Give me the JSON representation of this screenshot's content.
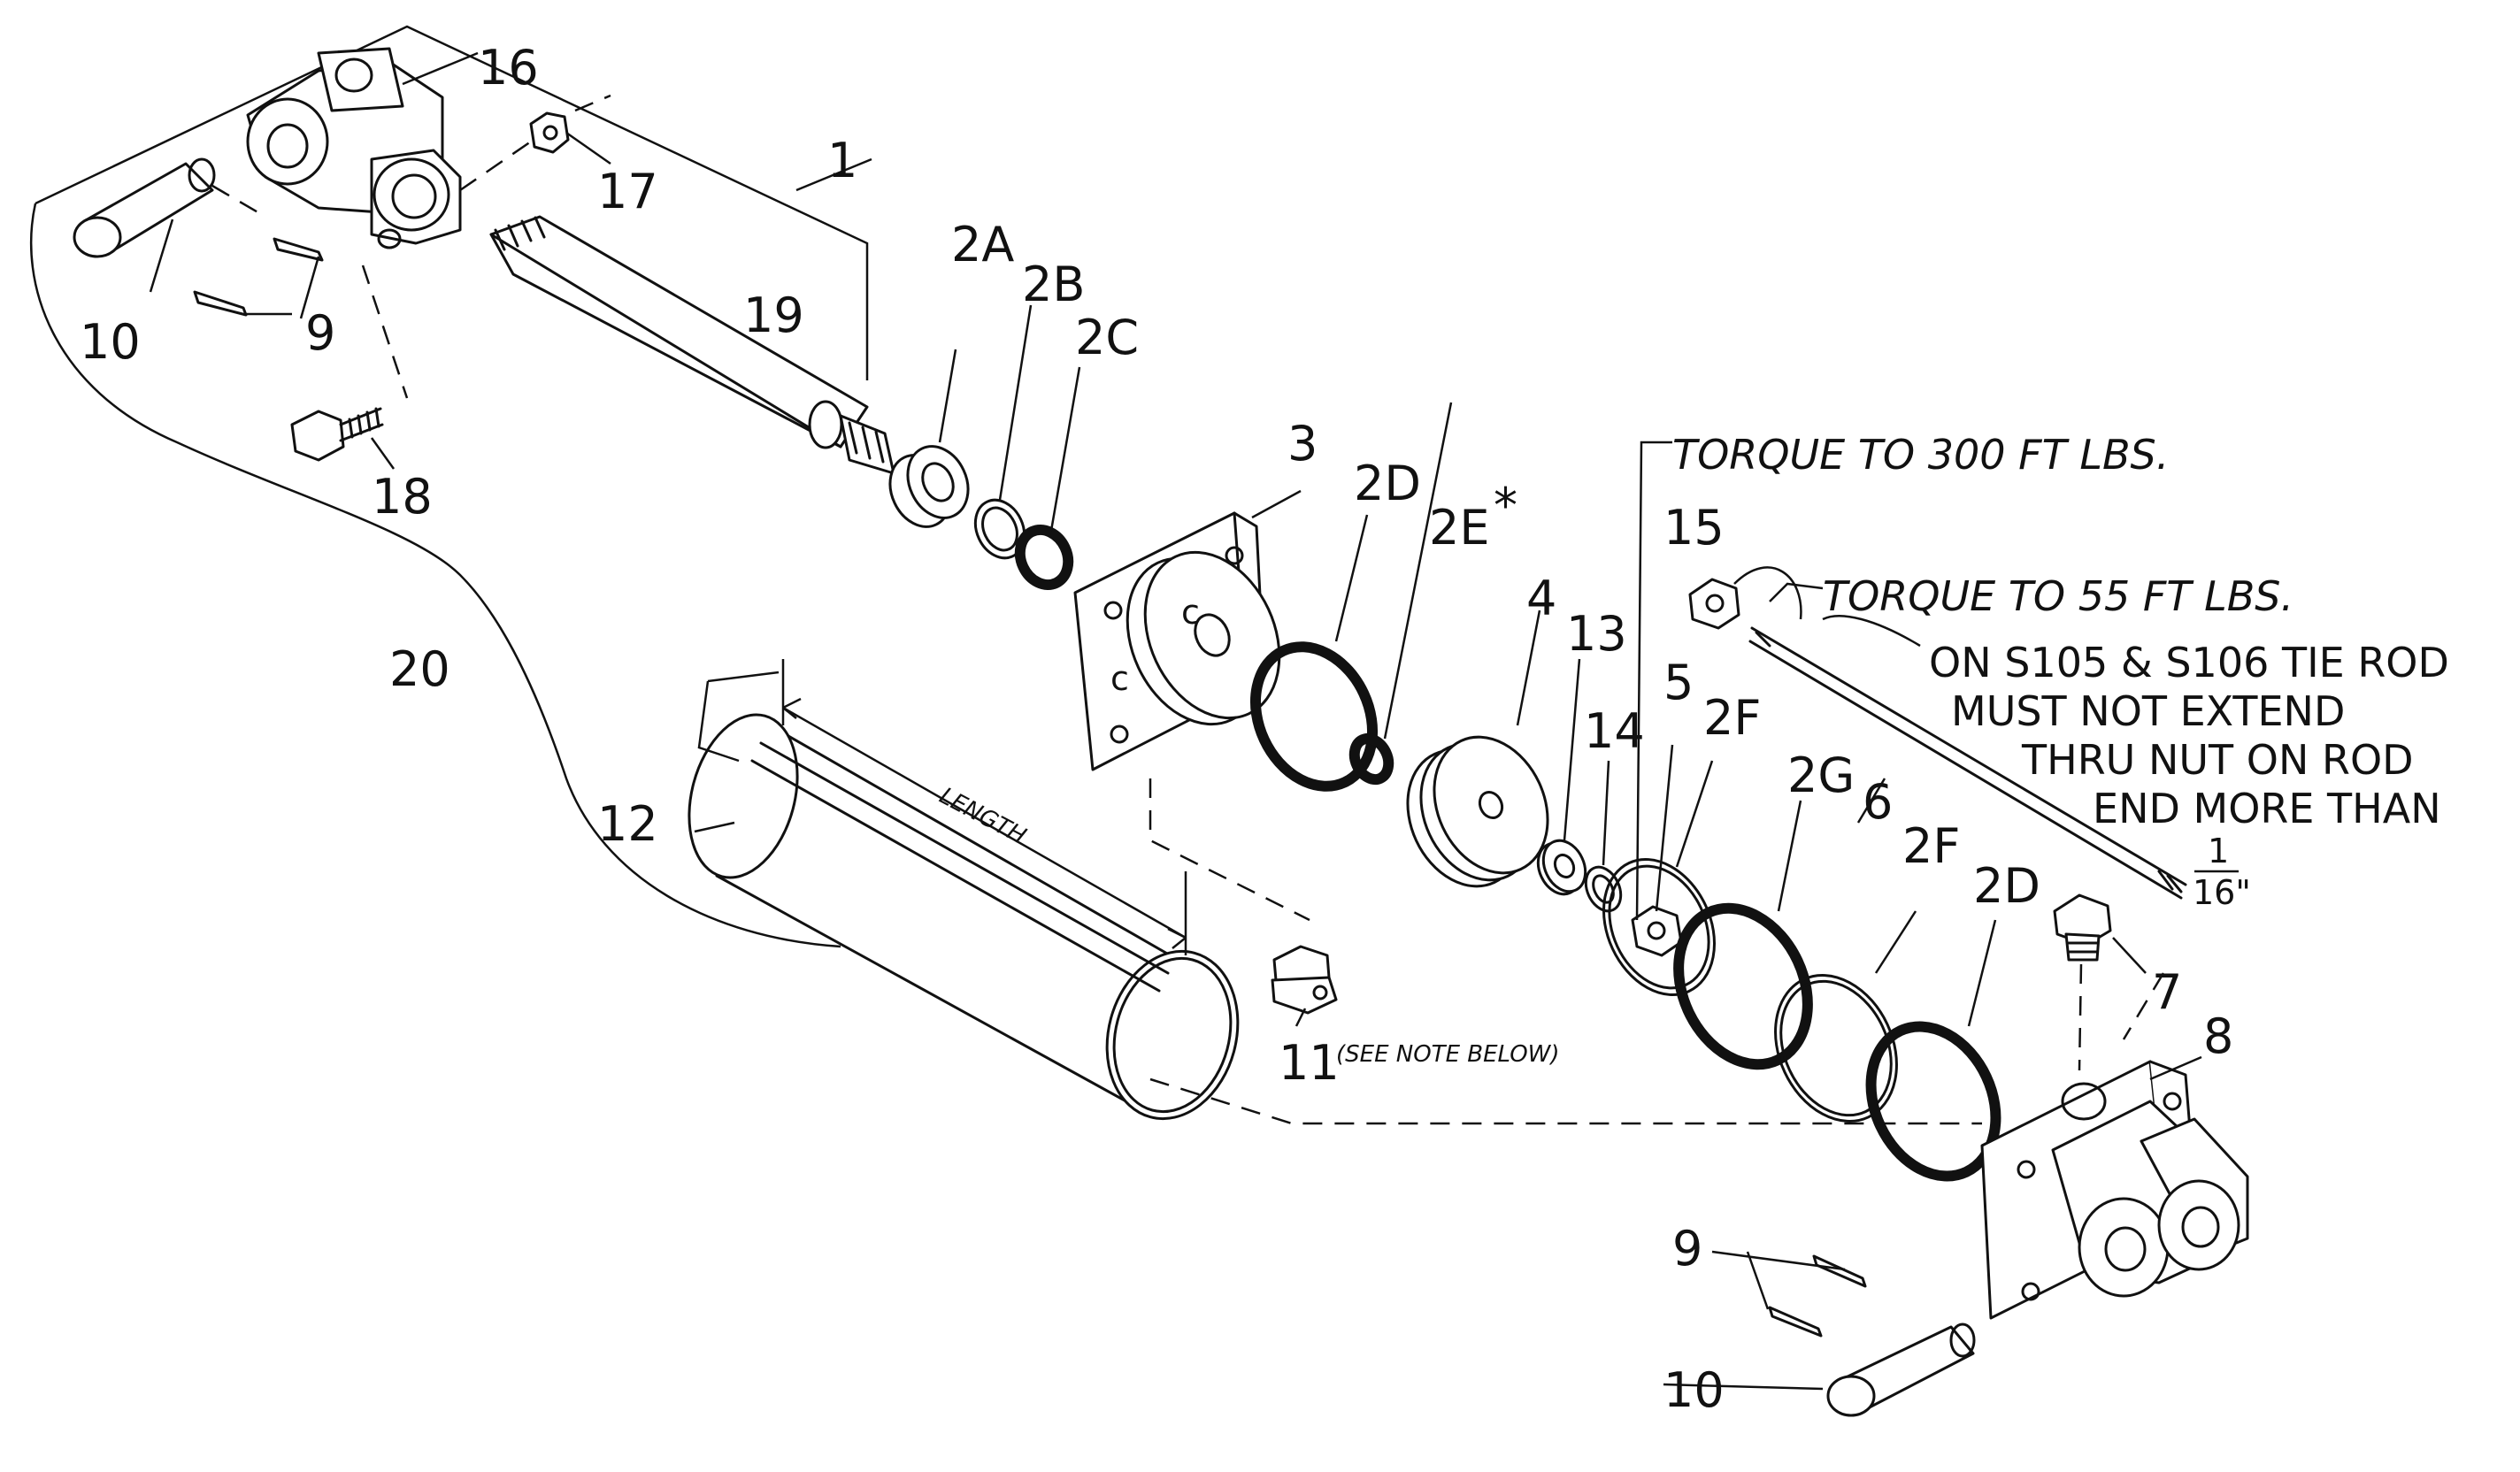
{
  "labels": {
    "l1": "1",
    "l2a": "2A",
    "l2b": "2B",
    "l2c": "2C",
    "l2d_top": "2D",
    "l2e": "2E",
    "l2e_star": "*",
    "l2f_a": "2F",
    "l2g": "2G",
    "l2f_b": "2F",
    "l2d_bottom": "2D",
    "l3": "3",
    "l4": "4",
    "l5": "5",
    "l6": "6",
    "l7": "7",
    "l8": "8",
    "l9_top": "9",
    "l9_bottom": "9",
    "l10_top": "10",
    "l10_bottom": "10",
    "l11": "11",
    "l12": "12",
    "l13": "13",
    "l14": "14",
    "l15": "15",
    "l16": "16",
    "l17": "17",
    "l18": "18",
    "l19": "19",
    "l20": "20"
  },
  "annotations": {
    "length": "LENGTH",
    "see_note": "(SEE NOTE BELOW)",
    "torque_300": "TORQUE TO 300 FT LBS.",
    "torque_55": "TORQUE TO 55 FT LBS.",
    "tie_rod_note": [
      "ON S105 & S106 TIE ROD",
      "MUST NOT EXTEND",
      "THRU NUT ON ROD",
      "END MORE THAN"
    ],
    "fraction_num": "1",
    "fraction_den": "16\""
  }
}
